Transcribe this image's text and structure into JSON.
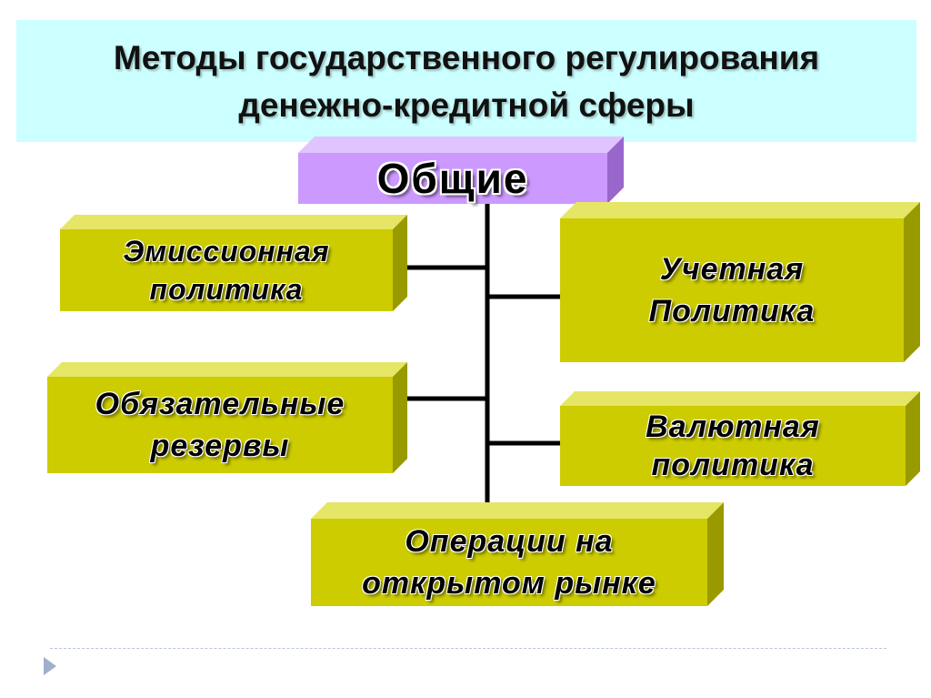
{
  "title": {
    "line1": "Методы государственного регулирования",
    "line2": "денежно-кредитной сферы"
  },
  "colors": {
    "title_band": "#ccffff",
    "general_box": "#cc99ff",
    "method_box": "#cccc00",
    "connector": "#000000"
  },
  "diagram": {
    "root": "Общие",
    "methods": {
      "emission": {
        "line1": "Эмиссионная",
        "line2": "политика"
      },
      "discount": {
        "line1": "Учетная",
        "line2": "Политика"
      },
      "reserves": {
        "line1": "Обязательные",
        "line2": "резервы"
      },
      "currency": {
        "line1": "Валютная",
        "line2": "политика"
      },
      "open_market": {
        "line1": "Операции на",
        "line2": "открытом рынке"
      }
    }
  }
}
